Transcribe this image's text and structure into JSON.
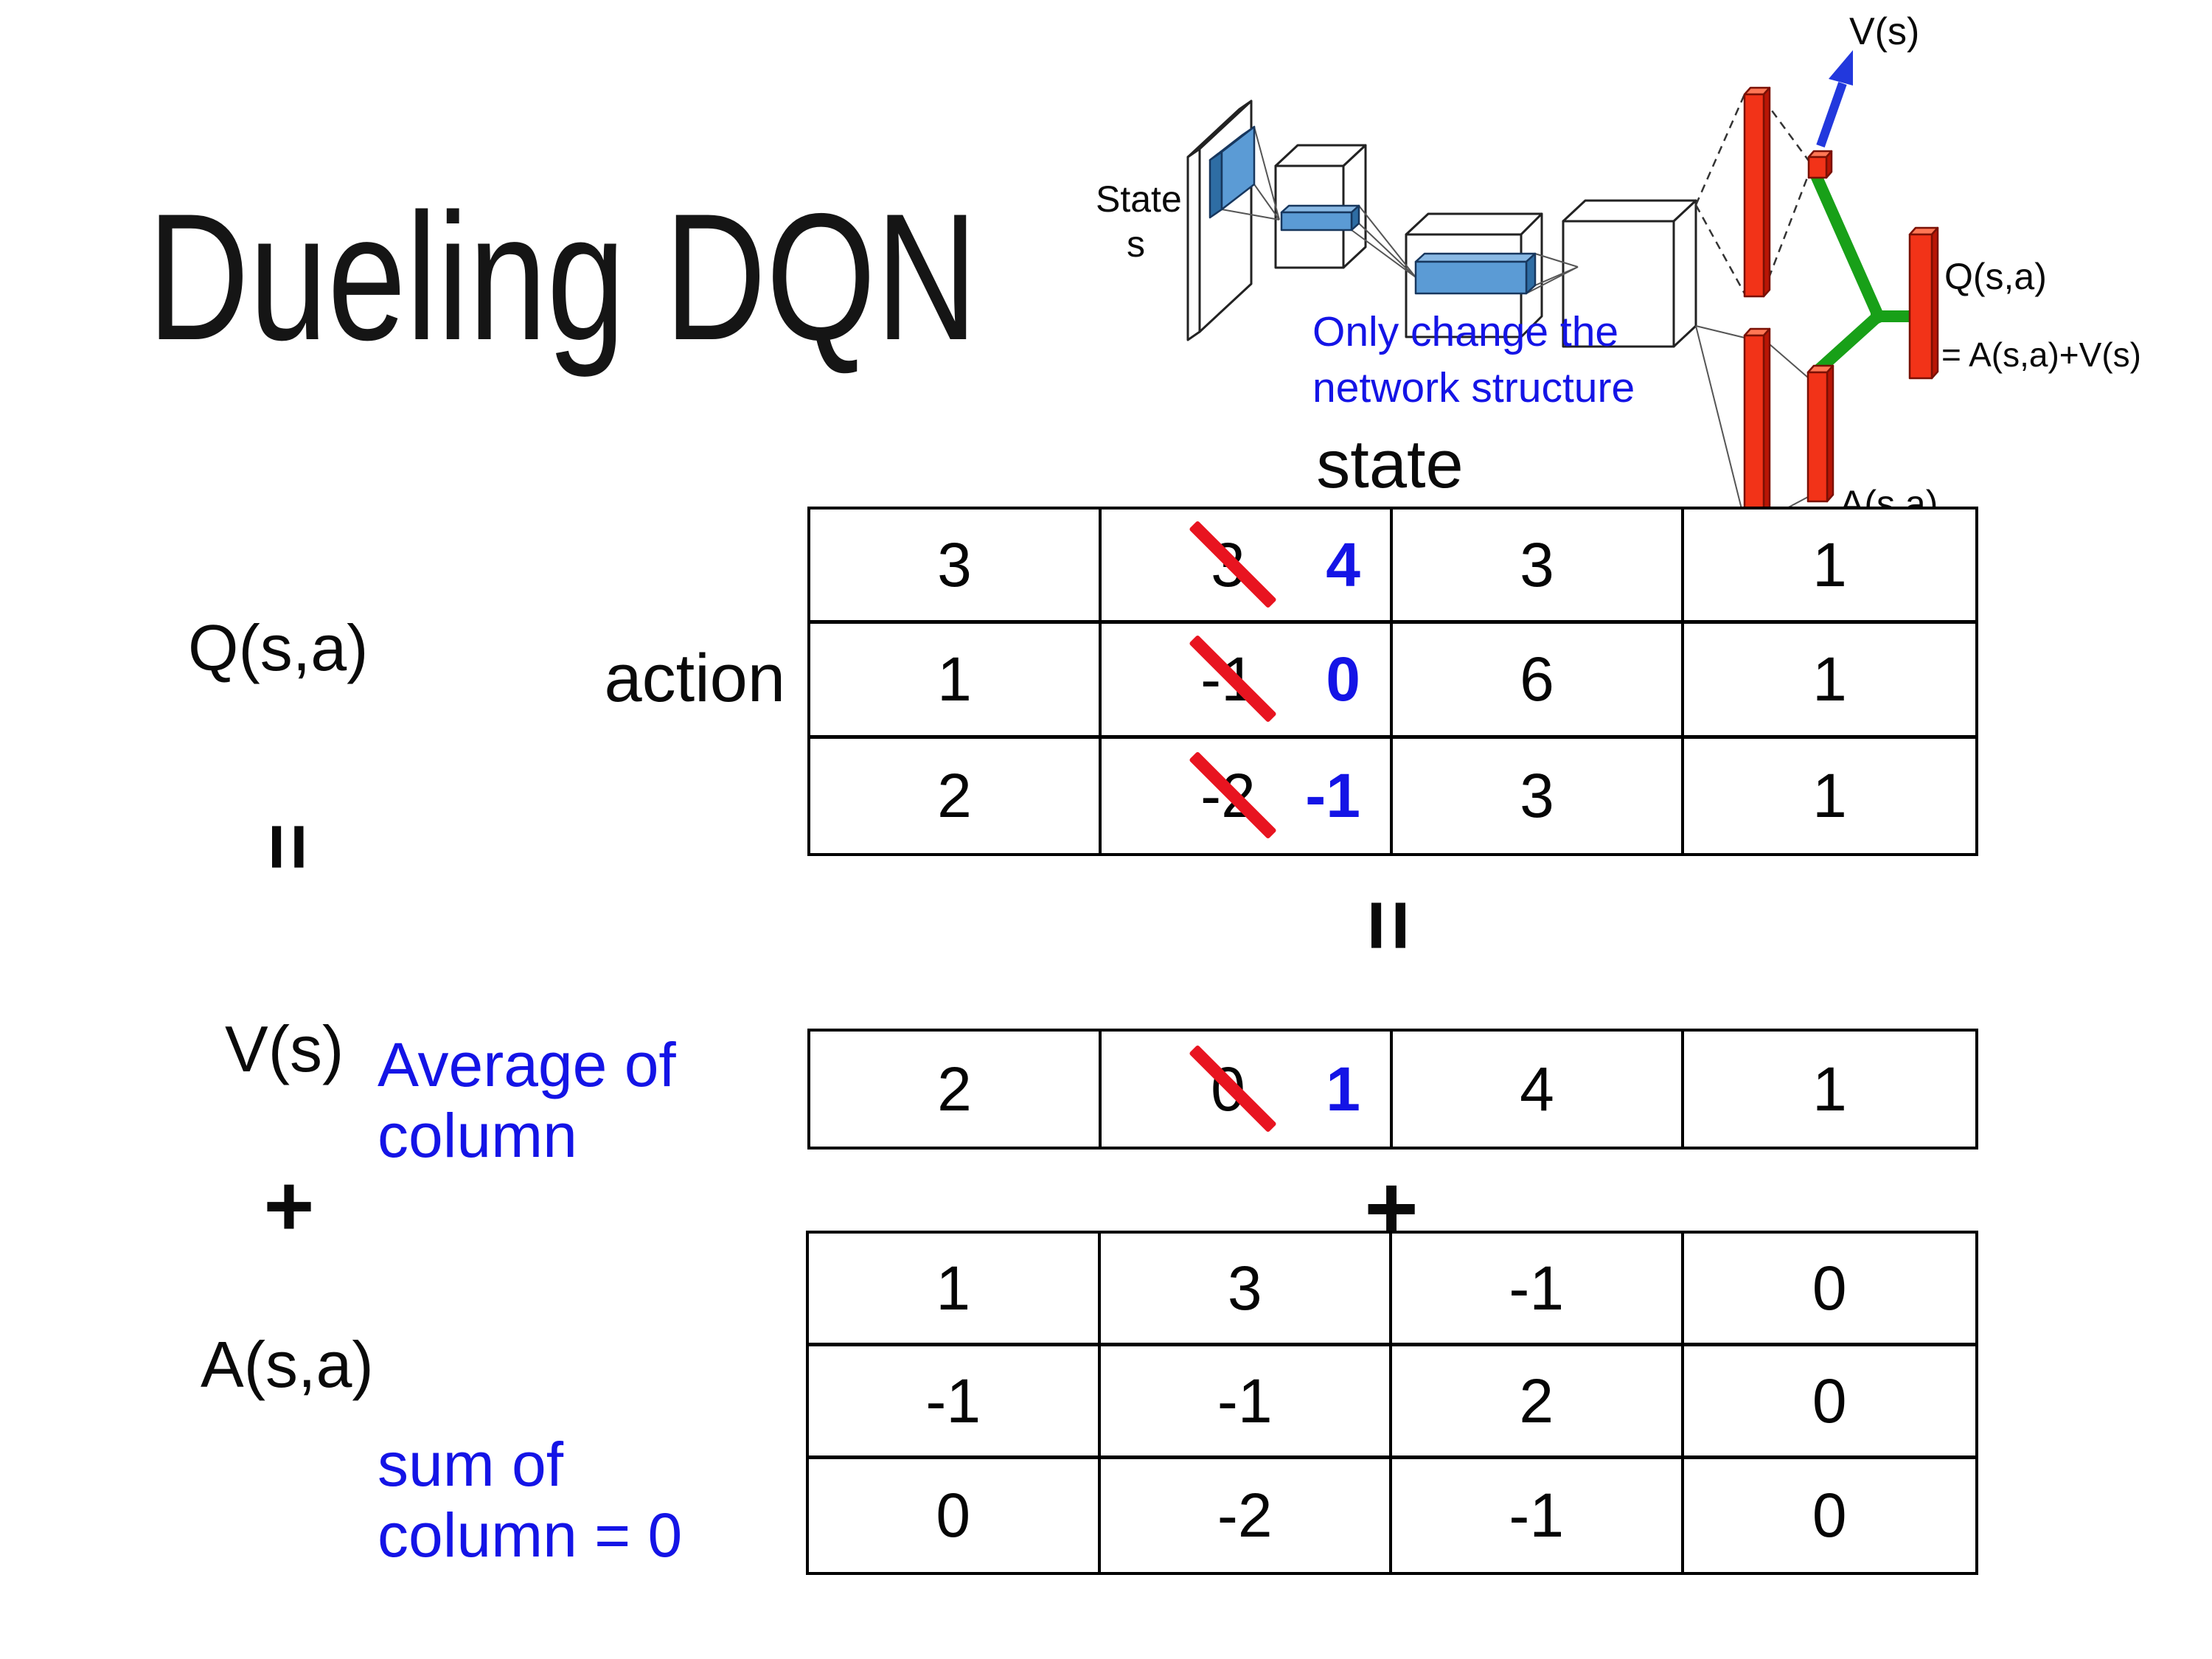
{
  "title": "Dueling DQN",
  "diagram": {
    "state_line1": "State",
    "state_line2": "s",
    "v_label": "V(s)",
    "q_label": "Q(s,a)",
    "q_formula": "= A(s,a)+V(s)",
    "a_label": "A(s,a)",
    "note_line1": "Only change the",
    "note_line2": "network structure",
    "colors": {
      "bar_red": "#f23318",
      "link_green": "#18a018",
      "arrow_blue": "#2238dd",
      "conv_blue": "#5b9bd5",
      "note_blue": "#1414e6"
    }
  },
  "labels": {
    "state_axis": "state",
    "action_axis": "action",
    "q": "Q(s,a)",
    "equals_left": "=",
    "v": "V(s)",
    "plus_left": "+",
    "a": "A(s,a)",
    "equals_mid": "=",
    "plus_mid": "+"
  },
  "notes": {
    "avg_line1": "Average of",
    "avg_line2": "column",
    "sum_line1": "sum of",
    "sum_line2": "column = 0",
    "accent_blue": "#1414e6",
    "strike_red": "#e81420"
  },
  "q_table": {
    "rows": [
      {
        "c1": "3",
        "c2_old": "3",
        "c2_new": "4",
        "c3": "3",
        "c4": "1"
      },
      {
        "c1": "1",
        "c2_old": "-1",
        "c2_new": "0",
        "c3": "6",
        "c4": "1"
      },
      {
        "c1": "2",
        "c2_old": "-2",
        "c2_new": "-1",
        "c3": "3",
        "c4": "1"
      }
    ]
  },
  "v_row": {
    "c1": "2",
    "c2_old": "0",
    "c2_new": "1",
    "c3": "4",
    "c4": "1"
  },
  "a_table": {
    "rows": [
      {
        "c1": "1",
        "c2": "3",
        "c3": "-1",
        "c4": "0"
      },
      {
        "c1": "-1",
        "c2": "-1",
        "c3": "2",
        "c4": "0"
      },
      {
        "c1": "0",
        "c2": "-2",
        "c3": "-1",
        "c4": "0"
      }
    ]
  }
}
